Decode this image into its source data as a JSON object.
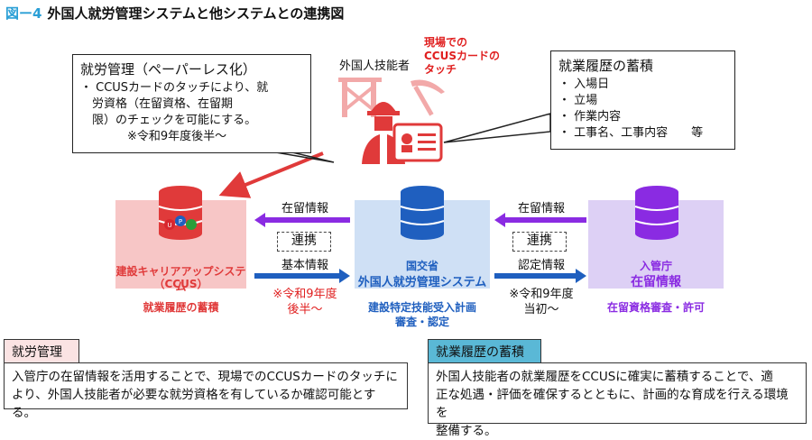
{
  "title": {
    "fig_label": "図ー4",
    "text": "外国人就労管理システムと他システムとの連携図"
  },
  "callout_left": {
    "heading": "就労管理（ペーパーレス化）",
    "lines": [
      "・ CCUSカードのタッチにより、就",
      "　労資格（在留資格、在留期",
      "　限）のチェックを可能にする。",
      "　　　　※令和9年度後半～"
    ]
  },
  "worker_label": "外国人技能者",
  "touch_label": [
    "現場での",
    "CCUSカードの",
    "タッチ"
  ],
  "callout_right": {
    "heading": "就業履歴の蓄積",
    "lines": [
      "・ 入場日",
      "・ 立場",
      "・ 作業内容",
      "・ 工事名、工事内容　　等"
    ]
  },
  "systems": {
    "ccus": {
      "name": "建設キャリアアップシステム",
      "sub": "（CCUS）",
      "role": "就業履歴の蓄積",
      "badge": "U P"
    },
    "mlit": {
      "org": "国交省",
      "name": "外国人就労管理システム",
      "role_lines": [
        "建設特定技能受入計画",
        "審査・認定"
      ]
    },
    "immigration": {
      "org": "入管庁",
      "name": "在留情報",
      "role": "在留資格審査・許可"
    }
  },
  "links": {
    "left": {
      "top": "在留情報",
      "box": "連携",
      "bottom": "基本情報",
      "note": [
        "※令和9年度",
        "後半～"
      ]
    },
    "right": {
      "top": "在留情報",
      "box": "連携",
      "bottom": "認定情報",
      "note": [
        "※令和9年度",
        "当初～"
      ]
    }
  },
  "bottom_left": {
    "tag": "就労管理",
    "text": [
      "入管庁の在留情報を活用することで、現場でのCCUSカードのタッチに",
      "より、外国人技能者が必要な就労資格を有しているか確認可能とする。"
    ]
  },
  "bottom_right": {
    "tag": "就業履歴の蓄積",
    "text": [
      "外国人技能者の就業履歴をCCUSに確実に蓄積することで、適",
      "正な処遇・評価を確保するとともに、計画的な育成を行える環境を",
      "整備する。"
    ]
  },
  "colors": {
    "ccus_band": "#f7c6c6",
    "ccus_red": "#e03a3a",
    "mlit_band": "#cfe0f5",
    "mlit_blue": "#1f5fbf",
    "imm_band": "#ddd0f5",
    "imm_purple": "#8a2be2",
    "bottom_right_tag": "#5ab8d6"
  }
}
